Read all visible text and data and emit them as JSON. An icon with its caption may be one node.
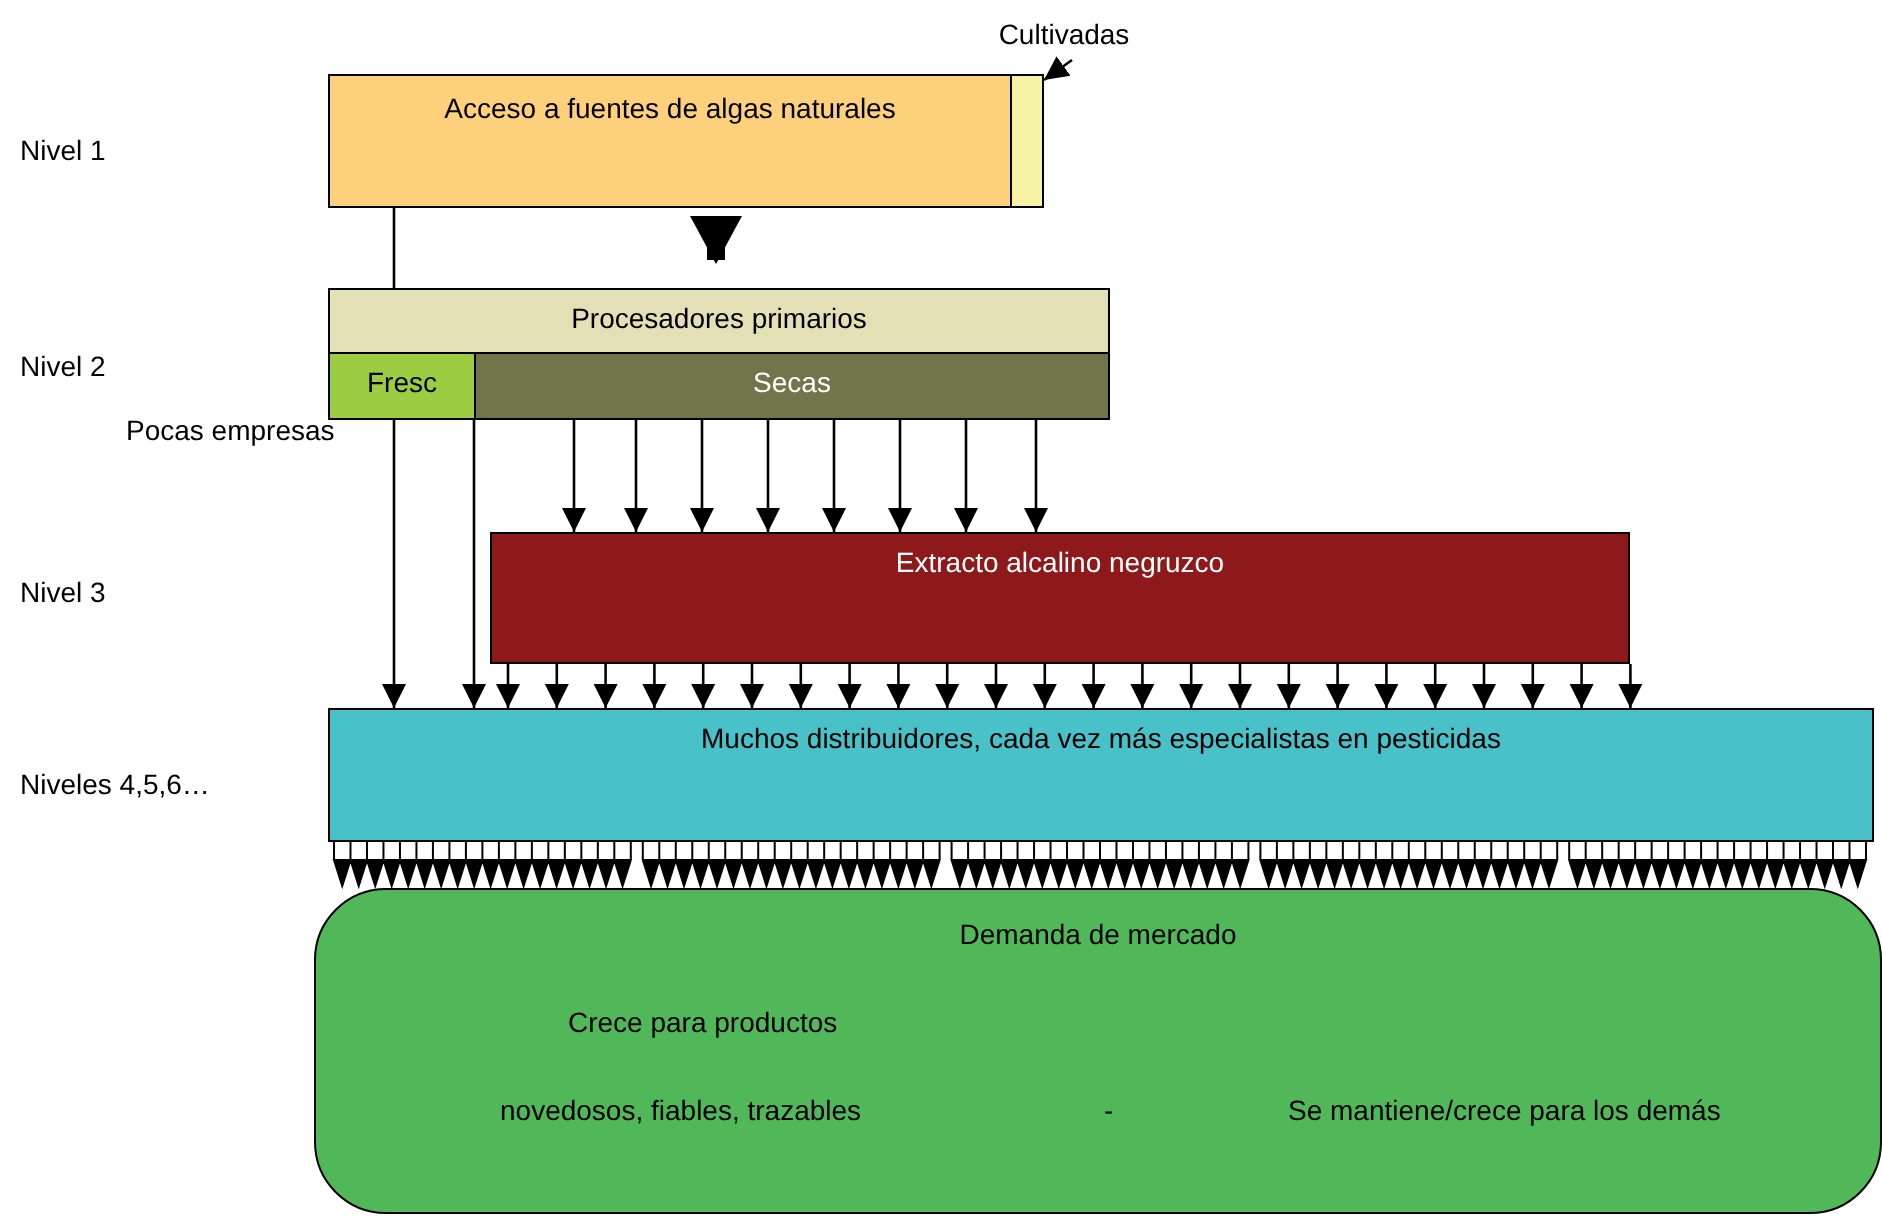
{
  "diagram": {
    "nodes": [
      {
        "text": [
          "Acceso a fuentes de algas naturales"
        ]
      },
      {
        "text": [],
        "shape": "box"
      },
      {
        "text": [
          "Cultivadas"
        ]
      },
      {
        "text": [
          "Procesadores primarios"
        ]
      },
      {
        "text": [
          "Fresc"
        ]
      },
      {
        "text": [
          "Secas"
        ]
      },
      {
        "text": [
          "Extracto alcalino negruzco"
        ]
      },
      {
        "text": [
          "Muchos distribuidores, cada vez más especialistas en pesticidas"
        ]
      },
      {
        "text": [
          "Demanda de mercado",
          "Crece para productos",
          "novedosos, fiables, trazables",
          "-",
          "Se mantiene/crece para los demás"
        ]
      }
    ],
    "edges": [
      {
        "from": 0,
        "to": 3,
        "arrow": "to",
        "style": "thick"
      },
      {
        "from": 0,
        "to": 3,
        "arrow": "none"
      },
      {
        "from": 2,
        "to": 1,
        "arrow": "to"
      },
      {
        "from": 4,
        "to": 7,
        "arrow": "to"
      },
      {
        "from": 5,
        "to": 7,
        "arrow": "to"
      },
      {
        "from": 5,
        "to": 6,
        "arrow": "to"
      },
      {
        "from": 5,
        "to": 6,
        "arrow": "to"
      },
      {
        "from": 5,
        "to": 6,
        "arrow": "to"
      },
      {
        "from": 5,
        "to": 6,
        "arrow": "to"
      },
      {
        "from": 5,
        "to": 6,
        "arrow": "to"
      },
      {
        "from": 5,
        "to": 6,
        "arrow": "to"
      },
      {
        "from": 5,
        "to": 6,
        "arrow": "to"
      },
      {
        "from": 5,
        "to": 6,
        "arrow": "to"
      },
      {
        "from": 6,
        "to": 7,
        "arrow": "to"
      },
      {
        "from": 6,
        "to": 7,
        "arrow": "to"
      },
      {
        "from": 6,
        "to": 7,
        "arrow": "to"
      },
      {
        "from": 6,
        "to": 7,
        "arrow": "to"
      },
      {
        "from": 6,
        "to": 7,
        "arrow": "to"
      },
      {
        "from": 6,
        "to": 7,
        "arrow": "to"
      },
      {
        "from": 6,
        "to": 7,
        "arrow": "to"
      },
      {
        "from": 6,
        "to": 7,
        "arrow": "to"
      },
      {
        "from": 6,
        "to": 7,
        "arrow": "to"
      },
      {
        "from": 6,
        "to": 7,
        "arrow": "to"
      },
      {
        "from": 6,
        "to": 7,
        "arrow": "to"
      },
      {
        "from": 6,
        "to": 7,
        "arrow": "to"
      },
      {
        "from": 6,
        "to": 7,
        "arrow": "to"
      },
      {
        "from": 6,
        "to": 7,
        "arrow": "to"
      },
      {
        "from": 6,
        "to": 7,
        "arrow": "to"
      },
      {
        "from": 6,
        "to": 7,
        "arrow": "to"
      },
      {
        "from": 6,
        "to": 7,
        "arrow": "to"
      },
      {
        "from": 6,
        "to": 7,
        "arrow": "to"
      },
      {
        "from": 6,
        "to": 7,
        "arrow": "to"
      },
      {
        "from": 6,
        "to": 7,
        "arrow": "to"
      },
      {
        "from": 6,
        "to": 7,
        "arrow": "to"
      },
      {
        "from": 6,
        "to": 7,
        "arrow": "to"
      },
      {
        "from": 6,
        "to": 7,
        "arrow": "to"
      },
      {
        "from": 6,
        "to": 7,
        "arrow": "to"
      },
      {
        "from": 7,
        "to": 8,
        "arrow": "to"
      },
      {
        "from": 7,
        "to": 8,
        "arrow": "to"
      },
      {
        "from": 7,
        "to": 8,
        "arrow": "to"
      },
      {
        "from": 7,
        "to": 8,
        "arrow": "to"
      },
      {
        "from": 7,
        "to": 8,
        "arrow": "to"
      }
    ],
    "labels": [
      "Nivel 1",
      "Nivel 2",
      "Pocas empresas",
      "Nivel 3",
      "Niveles 4,5,6…"
    ]
  }
}
